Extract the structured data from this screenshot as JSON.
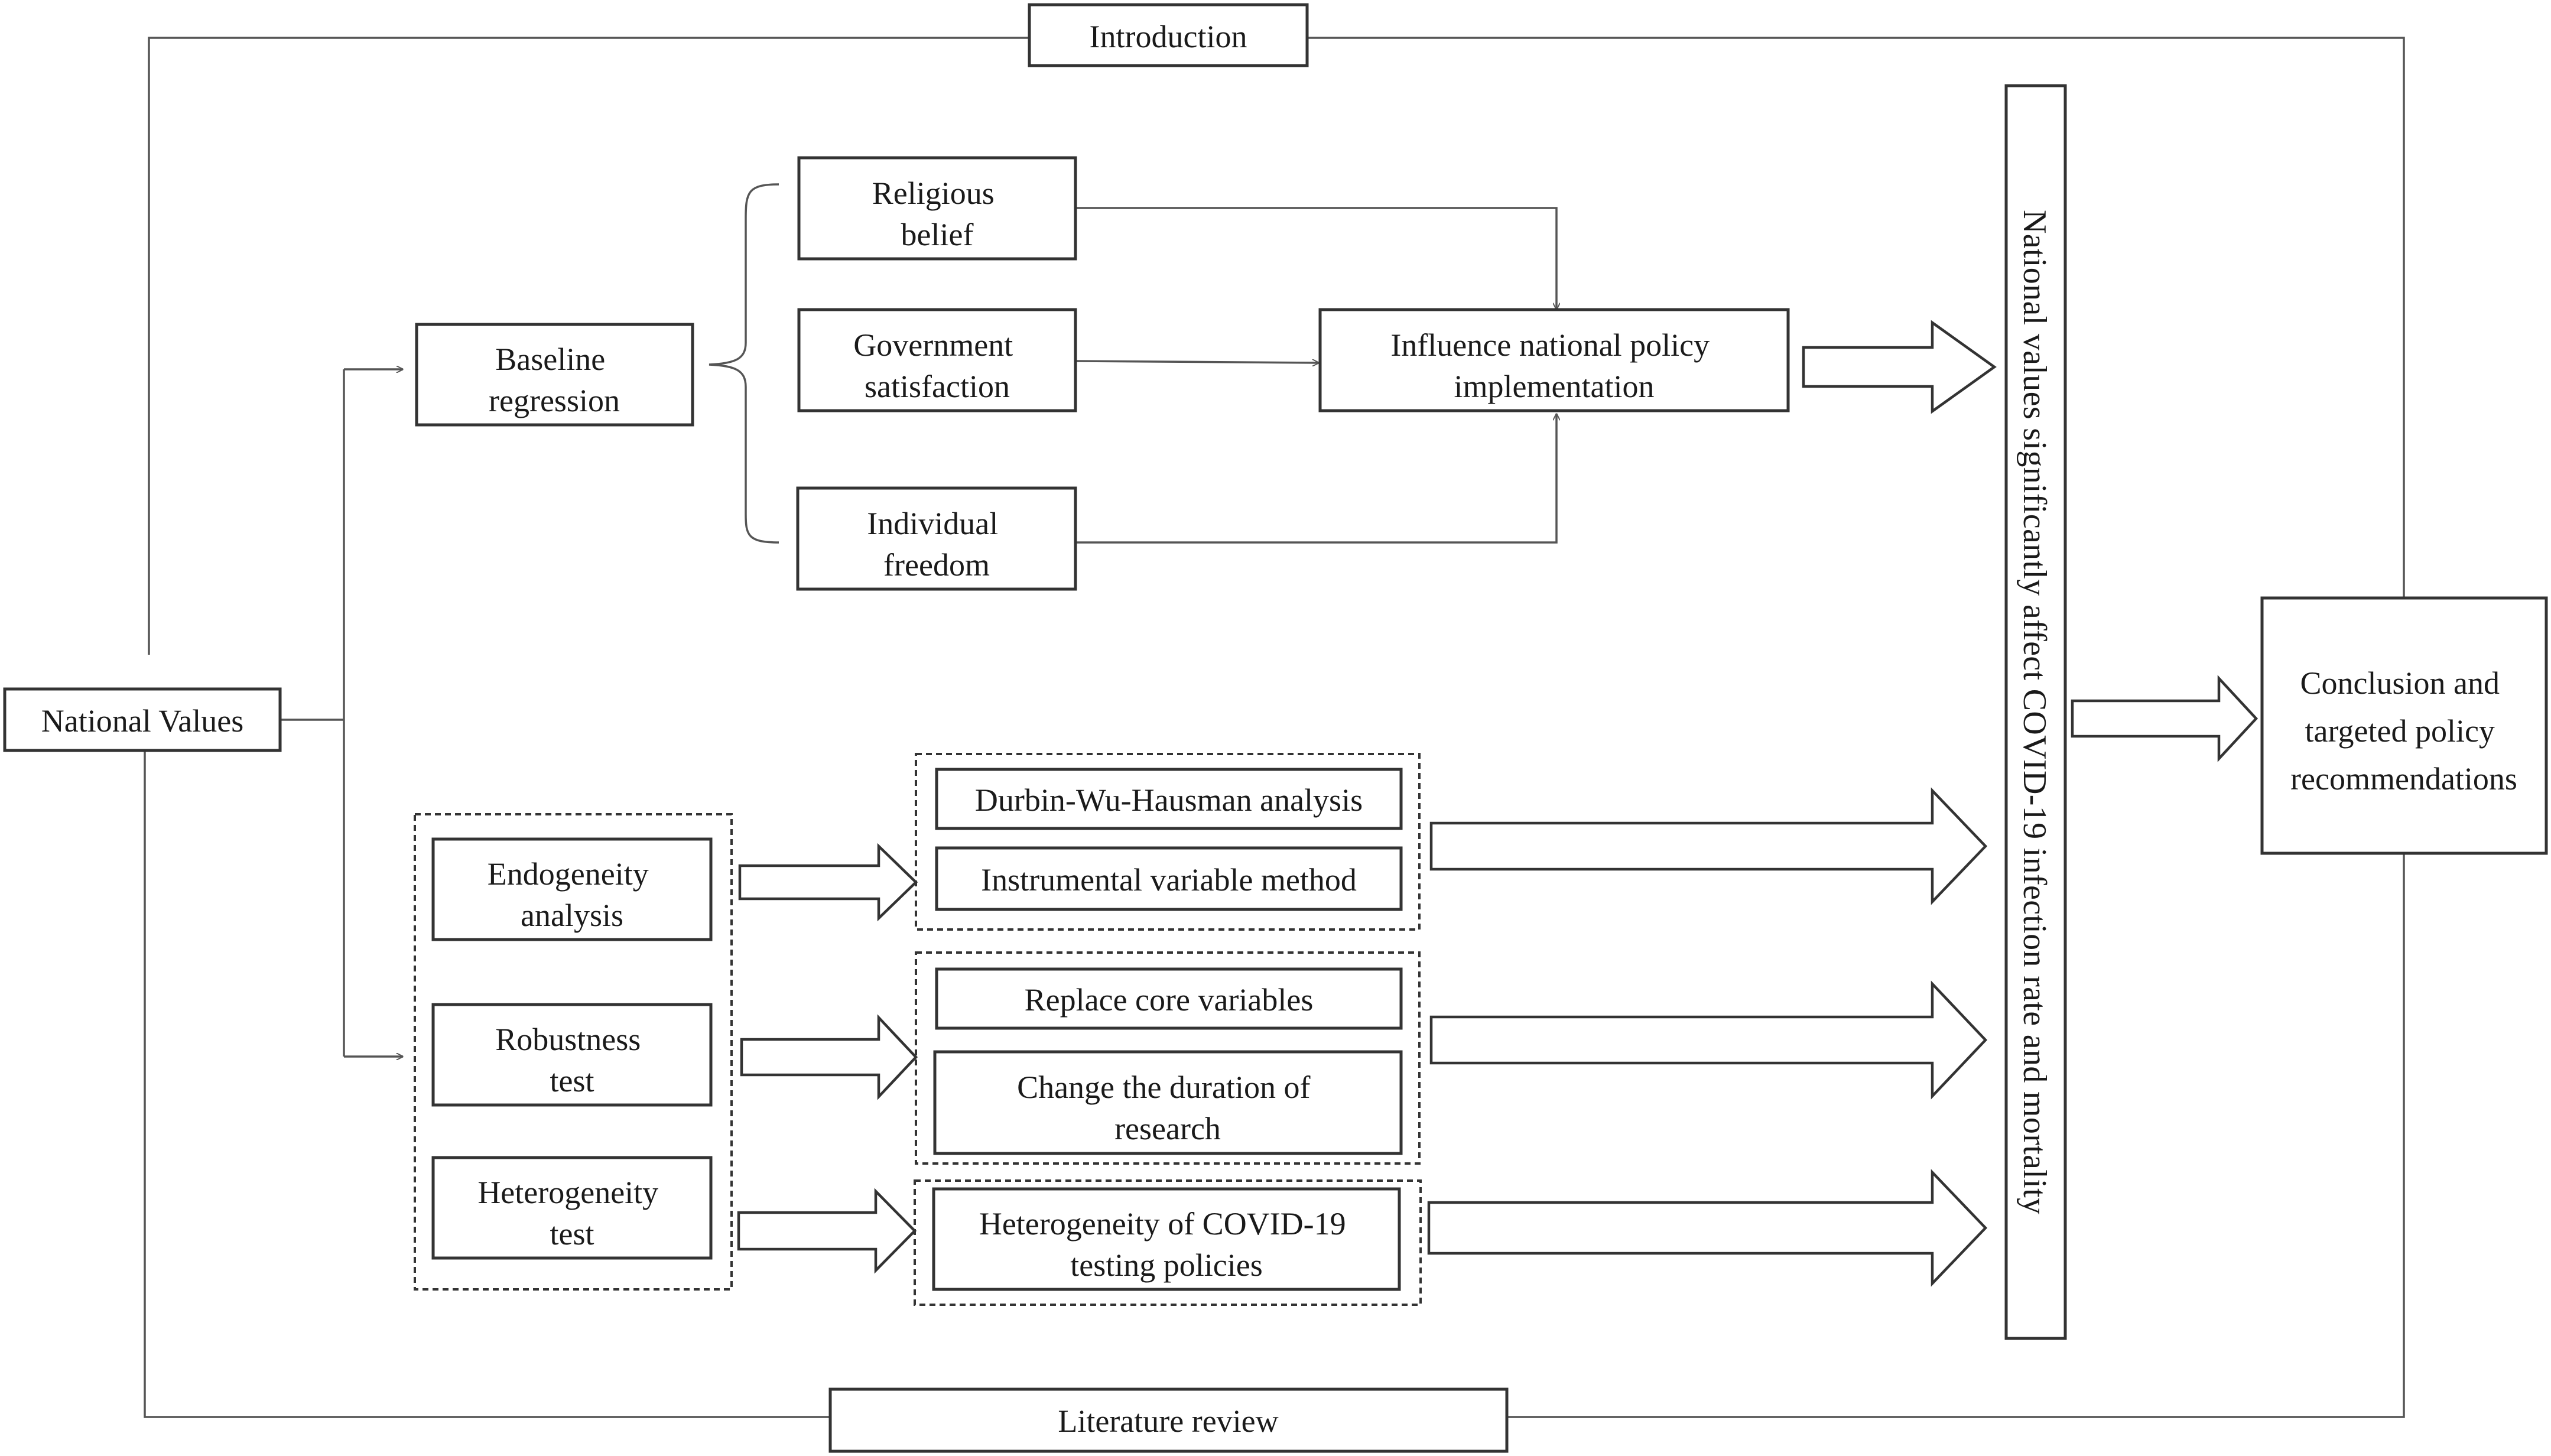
{
  "diagram": {
    "top_label": "Introduction",
    "bottom_label": "Literature review",
    "source": "National Values",
    "baseline": {
      "label": [
        "Baseline",
        "regression"
      ],
      "factors": [
        [
          "Religious",
          "belief"
        ],
        [
          "Government",
          "satisfaction"
        ],
        [
          "Individual",
          "freedom"
        ]
      ],
      "target": [
        "Influence national policy",
        "implementation"
      ]
    },
    "tests": [
      {
        "label": [
          "Endogeneity",
          "analysis"
        ],
        "methods": [
          [
            "Durbin-Wu-Hausman analysis"
          ],
          [
            "Instrumental variable method"
          ]
        ]
      },
      {
        "label": [
          "Robustness",
          "test"
        ],
        "methods": [
          [
            "Replace core variables"
          ],
          [
            "Change the duration of",
            "research"
          ]
        ]
      },
      {
        "label": [
          "Heterogeneity",
          "test"
        ],
        "methods": [
          [
            "Heterogeneity of COVID-19",
            "testing policies"
          ]
        ]
      }
    ],
    "result": "National values significantly affect COVID-19 infection rate and mortality",
    "conclusion": [
      "Conclusion and",
      "targeted policy",
      "recommendations"
    ]
  }
}
